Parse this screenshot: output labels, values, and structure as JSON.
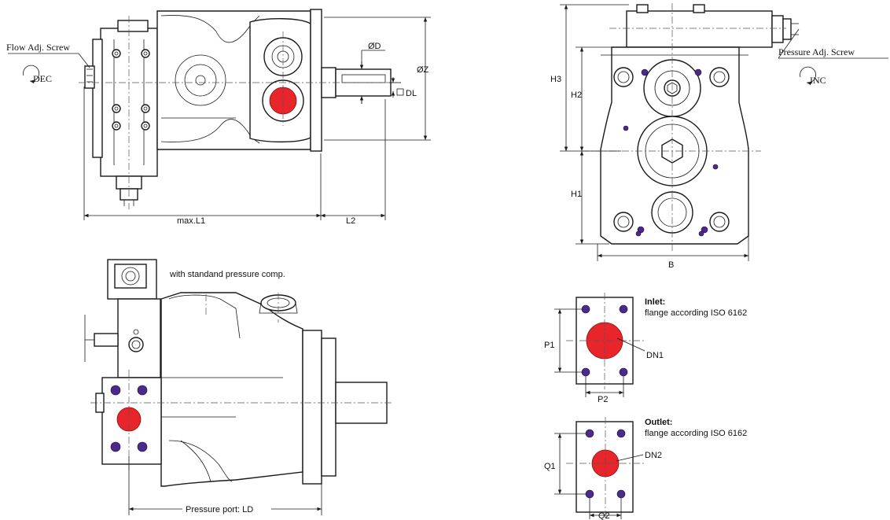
{
  "labels": {
    "flow_adj_screw": "Flow Adj. Screw",
    "dec": "DEC",
    "pressure_adj_screw": "Pressure Adj. Screw",
    "inc": "INC",
    "od": "ØD",
    "oz": "ØZ",
    "dl": "DL",
    "max_l1": "max.L1",
    "l2": "L2",
    "h1": "H1",
    "h2": "H2",
    "h3": "H3",
    "b": "B",
    "standard_comp": "with standand pressure comp.",
    "pressure_port": "Pressure port: LD",
    "inlet_title": "Inlet:",
    "inlet_desc": "flange according ISO 6162",
    "dn1": "DN1",
    "p1": "P1",
    "p2": "P2",
    "outlet_title": "Outlet:",
    "outlet_desc": "flange according ISO 6162",
    "dn2": "DN2",
    "q1": "Q1",
    "q2": "Q2"
  },
  "colors": {
    "port": "#e8252b",
    "bolt": "#4b2a8a",
    "line": "#1a1a1a"
  }
}
